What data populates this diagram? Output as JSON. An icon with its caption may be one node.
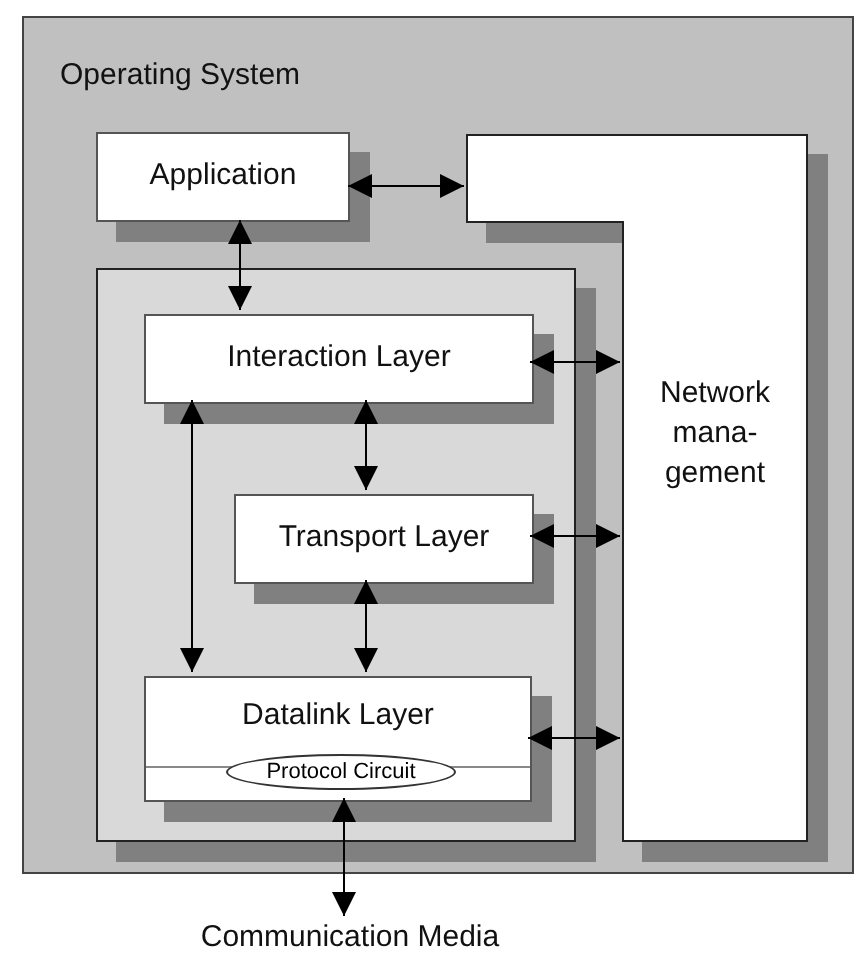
{
  "diagram": {
    "nodes": [
      {
        "text": [
          "Operating System"
        ]
      },
      {
        "text": [
          "Application"
        ],
        "in": 0
      },
      {
        "text": [
          "Network mana- gement"
        ],
        "in": 0
      },
      {
        "text": [],
        "shape": "box",
        "in": 0
      },
      {
        "text": [
          "Interaction Layer"
        ],
        "in": 3
      },
      {
        "text": [
          "Transport Layer"
        ],
        "in": 3
      },
      {
        "text": [
          "Datalink Layer"
        ],
        "in": 3
      },
      {
        "text": [
          "Protocol Circuit"
        ],
        "in": 6
      },
      {
        "text": [
          "Communication Media"
        ]
      }
    ],
    "edges": [
      {
        "from": 1,
        "to": 2,
        "arrow": "both"
      },
      {
        "from": 1,
        "to": 4,
        "arrow": "both"
      },
      {
        "from": 4,
        "to": 2,
        "arrow": "both"
      },
      {
        "from": 4,
        "to": 5,
        "arrow": "both"
      },
      {
        "from": 4,
        "to": 6,
        "arrow": "both"
      },
      {
        "from": 5,
        "to": 2,
        "arrow": "both"
      },
      {
        "from": 5,
        "to": 6,
        "arrow": "both"
      },
      {
        "from": 6,
        "to": 2,
        "arrow": "both"
      },
      {
        "from": 6,
        "to": 8,
        "arrow": "both"
      }
    ]
  }
}
